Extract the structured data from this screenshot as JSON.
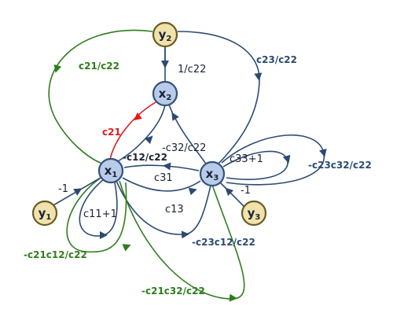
{
  "colors": {
    "blue_edge": "#2c4a72",
    "green_edge": "#2f7d1e",
    "red_edge": "#e11b1b",
    "state_node_fill": "#b8cbe9",
    "input_node_fill": "#efe2ac"
  },
  "nodes": {
    "x1": {
      "base": "x",
      "sub": "1"
    },
    "x2": {
      "base": "x",
      "sub": "2"
    },
    "x3": {
      "base": "x",
      "sub": "3"
    },
    "y1": {
      "base": "y",
      "sub": "1"
    },
    "y2": {
      "base": "y",
      "sub": "2"
    },
    "y3": {
      "base": "y",
      "sub": "3"
    }
  },
  "edge_labels": {
    "y2_to_x2": "1/c22",
    "y2_to_x1": "c21/c22",
    "y2_to_x3": "c23/c22",
    "x2_to_x1": "c21",
    "x1_to_x2": "-c12/c22",
    "x3_to_x2": "-c32/c22",
    "x3_to_x1": "c31",
    "x1_to_x3": "c13",
    "x3_self_loop": "c33+1",
    "x3_outer_loop": "-c23c32/c22",
    "x1_self_loop": "c11+1",
    "x1_green_loop": "-c21c12/c22",
    "x1_to_x3_lower": "-c23c12/c22",
    "x3_to_x1_lower": "-c21c32/c22",
    "y1_to_x1": "-1",
    "y3_to_x3": "-1"
  }
}
